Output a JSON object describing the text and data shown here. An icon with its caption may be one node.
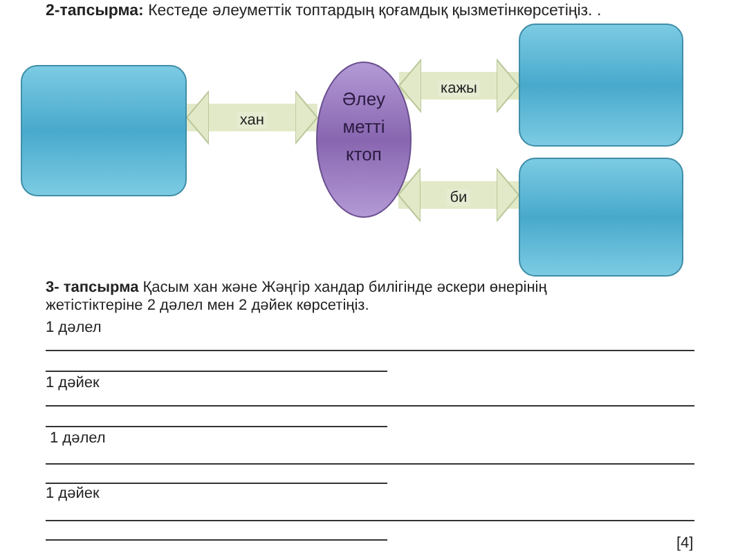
{
  "diagram": {
    "title": "**2-тапсырма:** Кестеде әлеуметтік топтардың қоғамдық қызметінкөрсетіңіз. .",
    "nodes": [
      {
        "text": [],
        "shape": "box"
      },
      {
        "text": [
          "Әлеу метті ктоп"
        ]
      },
      {
        "text": [],
        "shape": "box"
      },
      {
        "text": [],
        "shape": "box"
      }
    ],
    "edges": [
      {
        "from": 0,
        "to": 1,
        "arrow": "both",
        "label": "хан"
      },
      {
        "from": 1,
        "to": 2,
        "arrow": "both",
        "label": "кажы"
      },
      {
        "from": 1,
        "to": 3,
        "arrow": "both",
        "label": "би"
      }
    ],
    "labels": [
      "**3- тапсырма**  Қасым хан және Жәңгір хандар билігінде әскери өнерінің жетістіктеріне 2 дәлел мен 2 дәйек көрсетіңіз.",
      "1 дәлел",
      "1 дәйек",
      "1 дәлел",
      "1 дәйек",
      "[4]"
    ]
  }
}
